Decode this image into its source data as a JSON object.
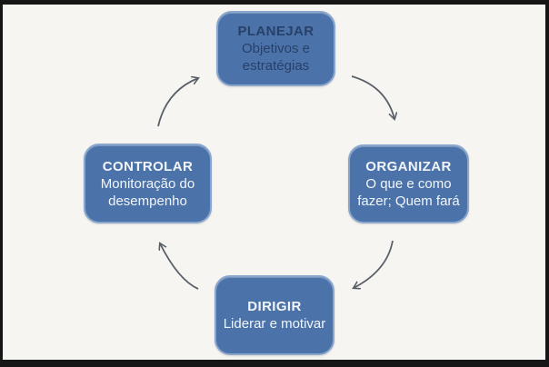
{
  "frame": {
    "background": "#f6f5f2",
    "border_color": "#161616"
  },
  "diagram": {
    "type": "cycle",
    "direction": "clockwise",
    "node_fill": "#4c73a9",
    "node_border": "#8aa6cd",
    "arrow_color": "#5a5f68",
    "nodes": [
      {
        "id": "planejar",
        "title": "PLANEJAR",
        "description": "Objetivos e\nestratégias",
        "position": "top",
        "text_color": "#27406a"
      },
      {
        "id": "organizar",
        "title": "ORGANIZAR",
        "description": "O que e como\nfazer; Quem fará",
        "position": "right",
        "text_color": "#f2f5f9"
      },
      {
        "id": "dirigir",
        "title": "DIRIGIR",
        "description": "Liderar e motivar",
        "position": "bottom",
        "text_color": "#f2f5f9"
      },
      {
        "id": "controlar",
        "title": "CONTROLAR",
        "description": "Monitoração do\ndesempenho",
        "position": "left",
        "text_color": "#f2f5f9"
      }
    ],
    "arrows": [
      {
        "from": "PLANEJAR",
        "to": "ORGANIZAR"
      },
      {
        "from": "ORGANIZAR",
        "to": "DIRIGIR"
      },
      {
        "from": "DIRIGIR",
        "to": "CONTROLAR"
      },
      {
        "from": "CONTROLAR",
        "to": "PLANEJAR"
      }
    ]
  }
}
